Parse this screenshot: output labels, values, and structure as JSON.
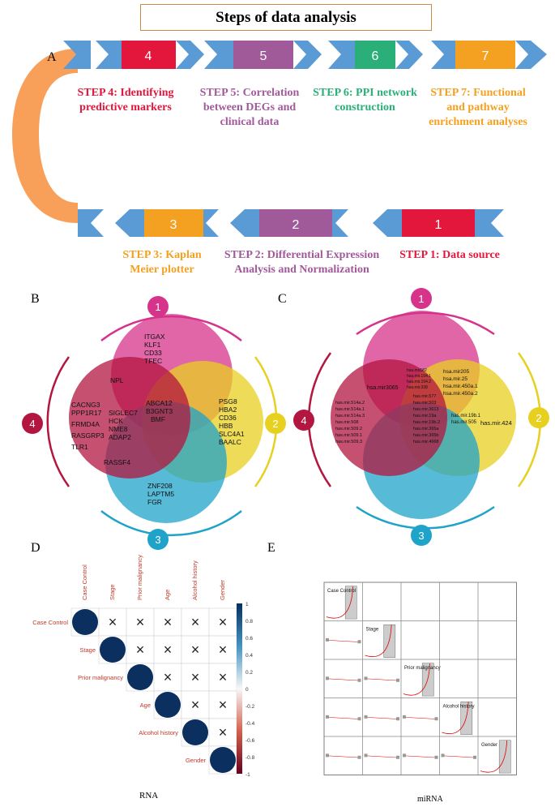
{
  "title": "Steps of data analysis",
  "panel_labels": {
    "a": "A",
    "b": "B",
    "c": "C",
    "d": "D",
    "e": "E"
  },
  "steps": {
    "s1": {
      "num": "1",
      "text": "STEP 1: Data source",
      "color": "#e3173b"
    },
    "s2": {
      "num": "2",
      "text": "STEP 2: Differential Expression Analysis and Normalization",
      "color": "#a05a9a"
    },
    "s3": {
      "num": "3",
      "text": "STEP 3: Kaplan Meier plotter",
      "color": "#f4a020"
    },
    "s4": {
      "num": "4",
      "text": "STEP 4: Identifying predictive markers",
      "color": "#e3173b"
    },
    "s5": {
      "num": "5",
      "text": "STEP 5: Correlation between DEGs and clinical data",
      "color": "#a05a9a"
    },
    "s6": {
      "num": "6",
      "text": "STEP 6: PPI network construction",
      "color": "#2aaf78"
    },
    "s7": {
      "num": "7",
      "text": "STEP 7: Functional and pathway enrichment analyses",
      "color": "#f4a020"
    }
  },
  "venn_b": {
    "sets": [
      "1",
      "2",
      "3",
      "4"
    ],
    "only1": [
      "ITGAX",
      "KLF1",
      "CD33",
      "TFEC"
    ],
    "s14": [
      "NPL"
    ],
    "only4": [
      "CACNG3",
      "PPP1R17",
      "FRMD4A",
      "RASGRP3",
      "TLR1"
    ],
    "s134": [
      "SIGLEC7",
      "HCK",
      "NME8",
      "ADAP2"
    ],
    "center": [
      "ABCA12",
      "B3GNT3",
      "BMF"
    ],
    "only2": [
      "PSG8",
      "HBA2",
      "CD36",
      "HBB",
      "SLC4A1",
      "BAALC"
    ],
    "s34": [
      "RASSF4"
    ],
    "only3": [
      "ZNF208",
      "LAPTM5",
      "FGR"
    ]
  },
  "venn_c": {
    "sets": [
      "1",
      "2",
      "3",
      "4"
    ],
    "s14": [
      "hsa.mir3065"
    ],
    "s124": [
      "hsa.mir182",
      "hsa.mir.194.1",
      "hsa.mir.194.2",
      "hsa.mir.338"
    ],
    "s12": [
      "hsa.mir205",
      "hsa.mir.25",
      "hsa.mir.450a.1",
      "hsa.mir.450a.2"
    ],
    "only4": [
      "has.mir.514a.2",
      "has.mir.514a.1",
      "has.mir.514a.3",
      "has.mir.508",
      "has.mir.509.2",
      "has.mir.509.1",
      "has.mir.509.3"
    ],
    "center": [
      "has.mir.577",
      "has.mir.503",
      "has.mir.3613",
      "has.mir.19a",
      "has.mir.19b.2",
      "has.mir.365a",
      "has.mir.365b",
      "has.mir.4668"
    ],
    "s23": [
      "has.mir.19b.1",
      "has.mir.505"
    ],
    "only2": [
      "has.mir.424"
    ]
  },
  "corr_d": {
    "vars": [
      "Case Control",
      "Stage",
      "Prior malignancy",
      "Age",
      "Alcohol history",
      "Gender"
    ],
    "legend_ticks": [
      "1",
      "0.8",
      "0.6",
      "0.4",
      "0.2",
      "0",
      "-0.2",
      "-0.4",
      "-0.6",
      "-0.8",
      "-1"
    ],
    "cross": "×",
    "caption": "RNA"
  },
  "pairs_e": {
    "vars": [
      "Case Control",
      "Stage",
      "Prior malignancy",
      "Alcohol history",
      "Gender"
    ],
    "caption": "miRNA"
  },
  "colors": {
    "pink": "#d6338a",
    "yellow": "#e8d020",
    "blue": "#1fa3c9",
    "maroon": "#b3163f",
    "arc_orange": "#f8a05a",
    "arrow_blue": "#5b9bd5",
    "corr_blue": "#0b2f5e"
  }
}
